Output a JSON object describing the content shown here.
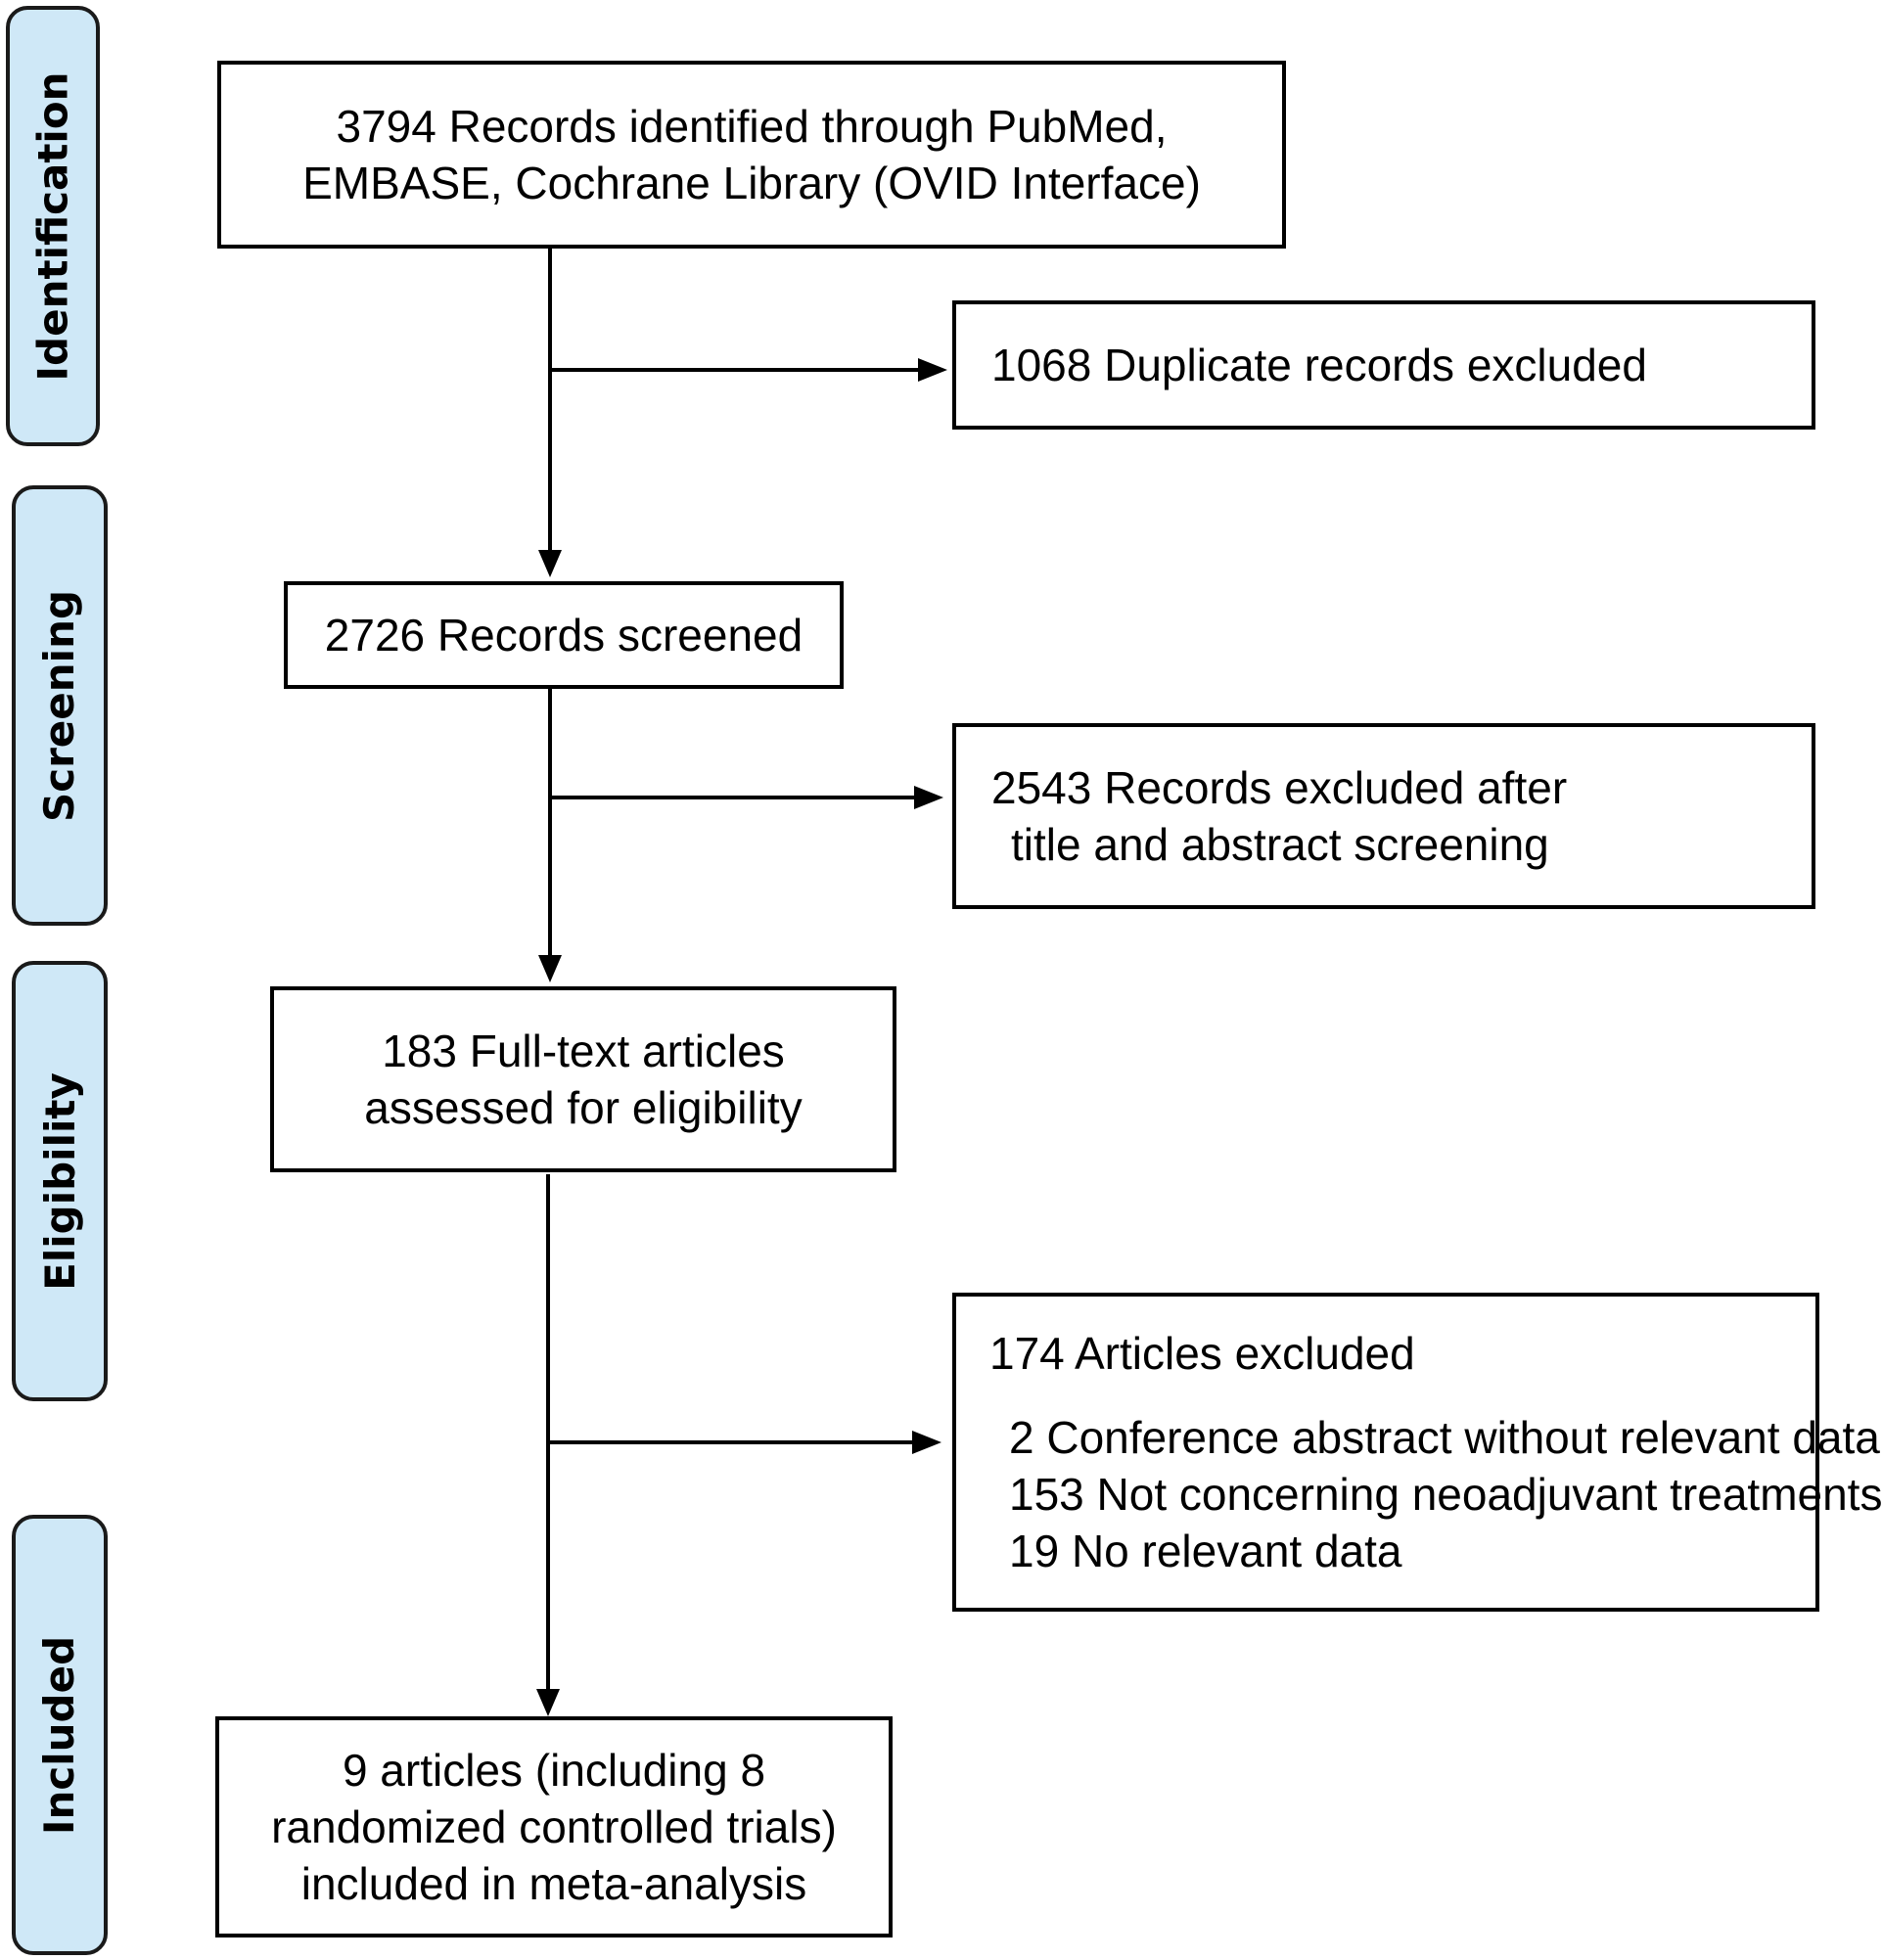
{
  "stages": [
    {
      "label": "Identification"
    },
    {
      "label": "Screening"
    },
    {
      "label": "Eligibility"
    },
    {
      "label": "Included"
    }
  ],
  "boxes": {
    "identified": {
      "lines": [
        "3794 Records identified through PubMed,",
        "EMBASE, Cochrane Library (OVID Interface)"
      ]
    },
    "duplicates": {
      "lines": [
        "1068 Duplicate records excluded"
      ]
    },
    "screened": {
      "lines": [
        "2726 Records screened"
      ]
    },
    "excluded_screening": {
      "lines": [
        "2543 Records excluded after",
        "title and abstract screening"
      ]
    },
    "full_text": {
      "lines": [
        "183 Full-text articles",
        "assessed for eligibility"
      ]
    },
    "excluded_articles": {
      "title": "174 Articles excluded",
      "reasons": [
        "2 Conference  abstract without relevant data",
        "153 Not concerning neoadjuvant  treatments",
        "19 No relevant data"
      ]
    },
    "included": {
      "lines": [
        "9 articles (including 8",
        "randomized controlled trials)",
        "included in meta-analysis"
      ]
    }
  },
  "colors": {
    "stage_fill": "#cfe8f7",
    "stroke": "#000000"
  }
}
